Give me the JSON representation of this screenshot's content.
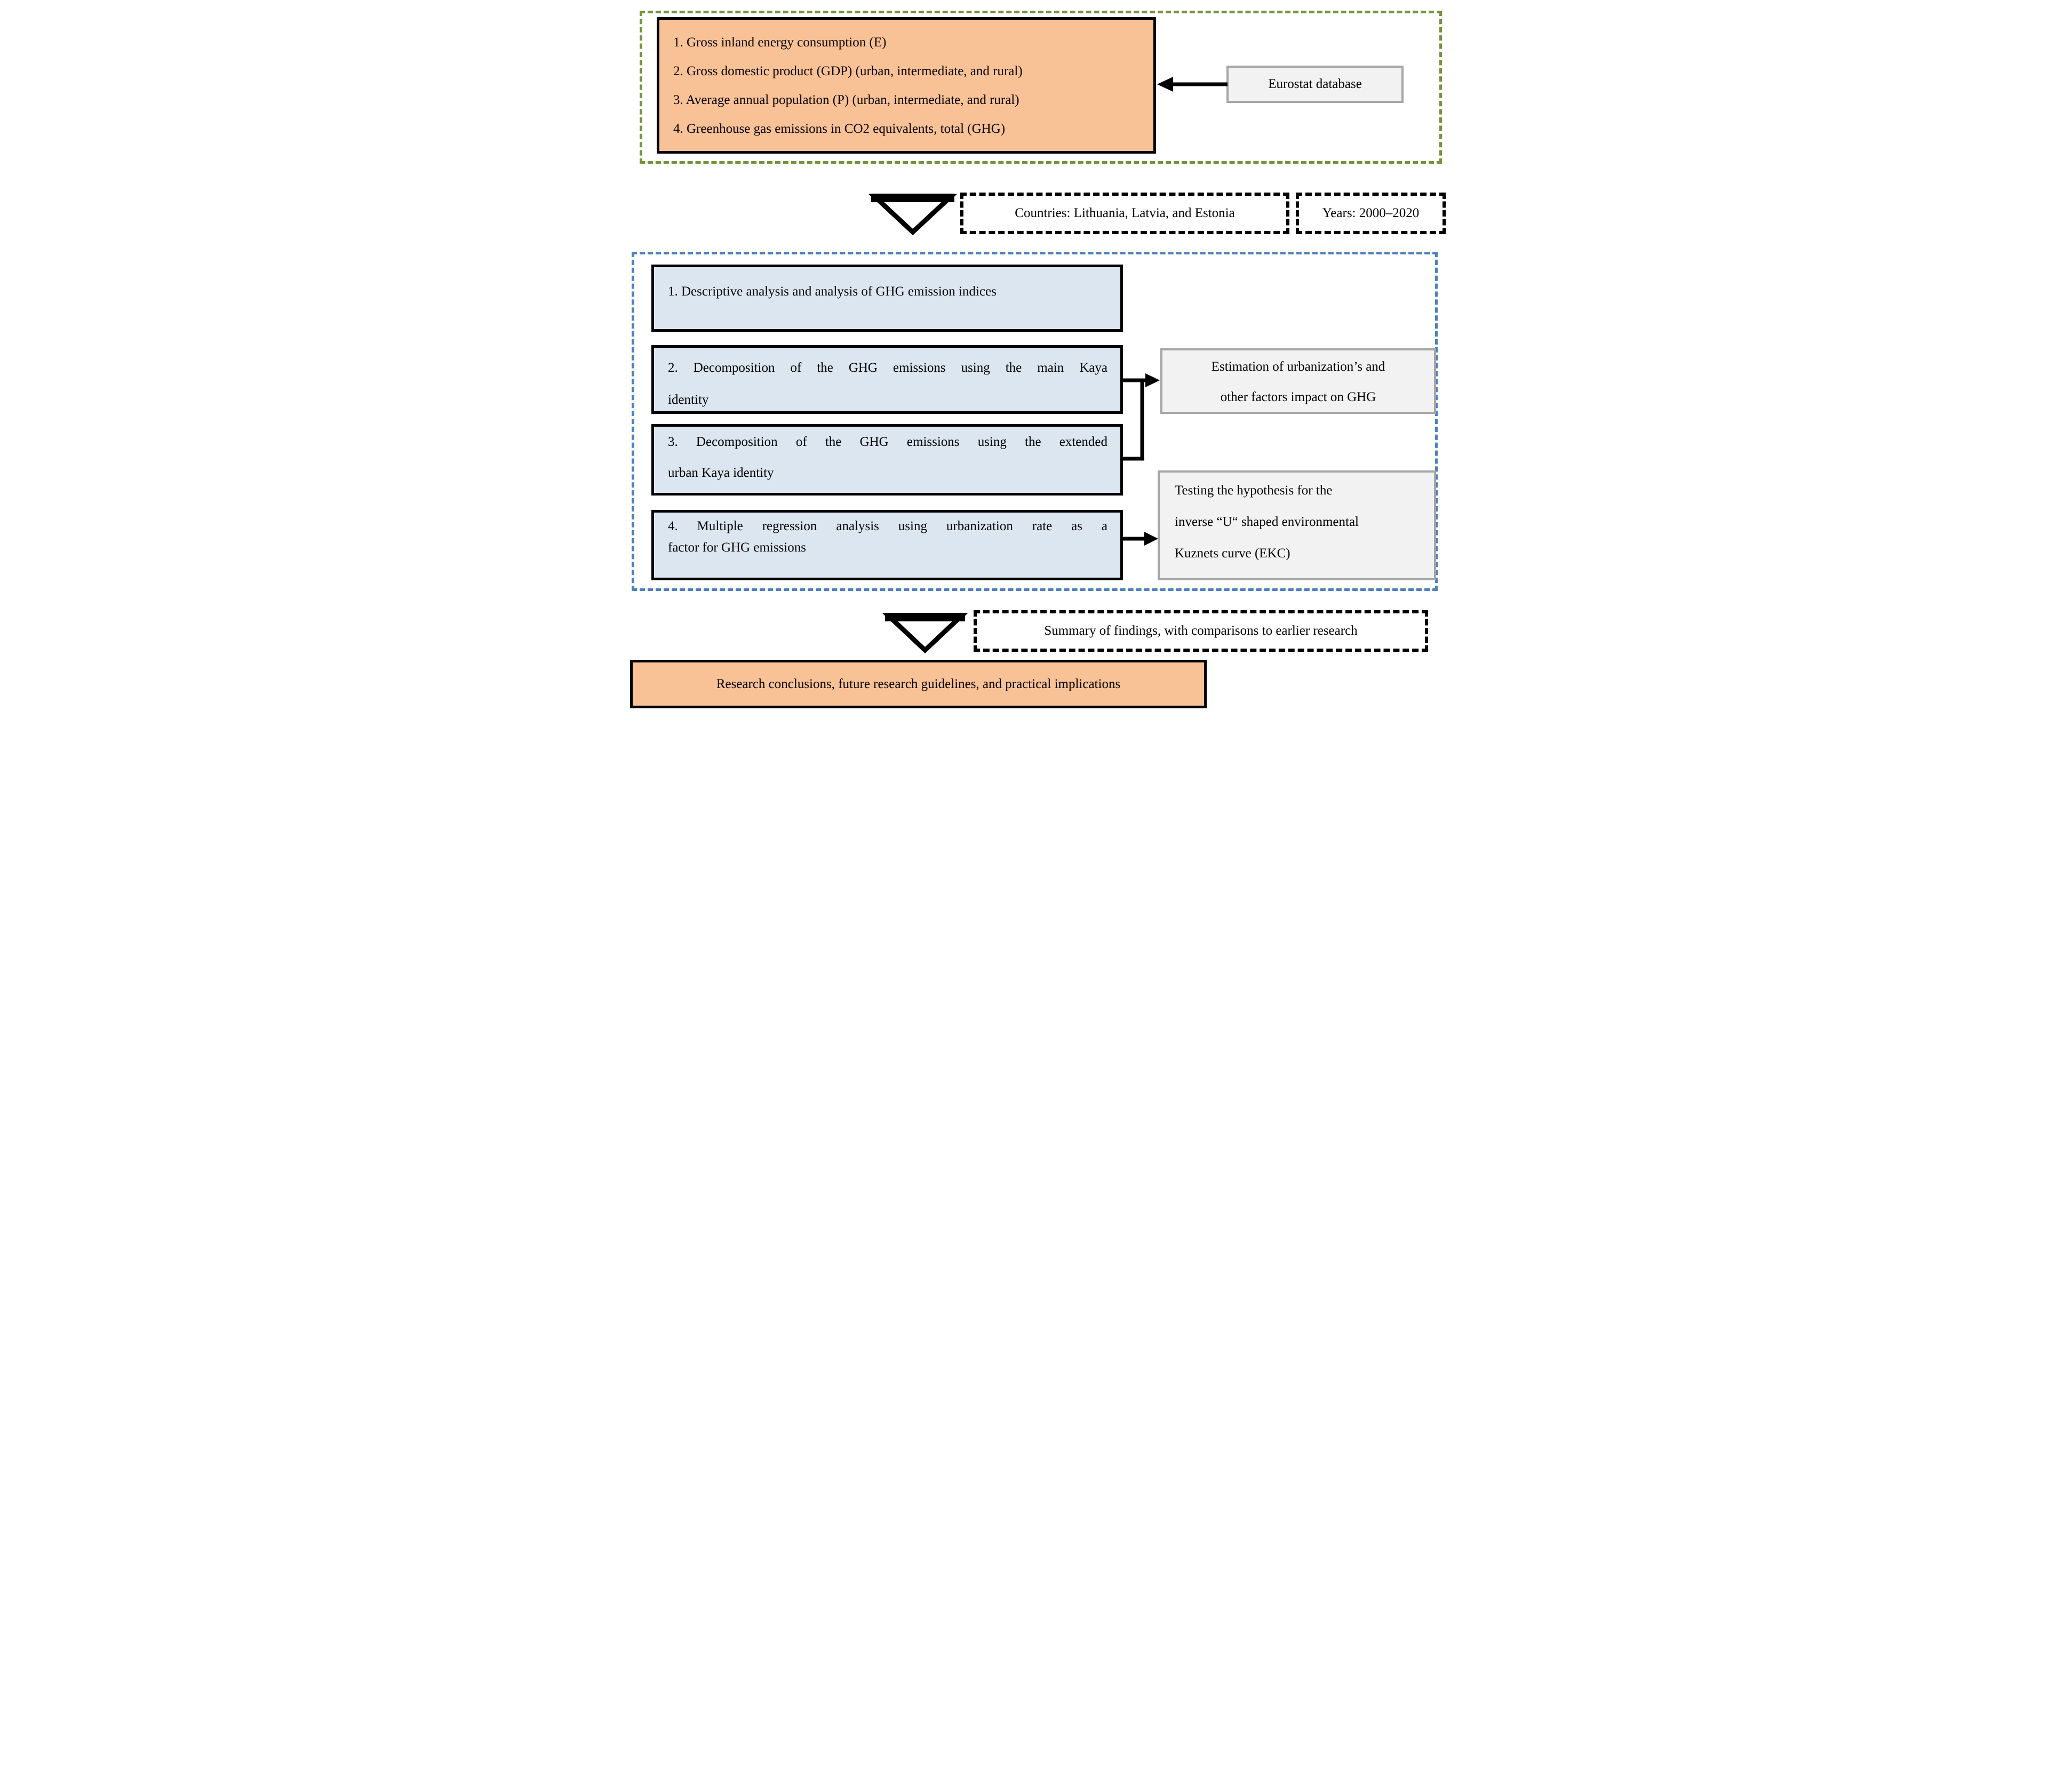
{
  "palette": {
    "input_box_fill": "#F9C196",
    "method_box_fill": "#DCE6F1",
    "output_box_fill": "#F2F2F2",
    "output_box_border": "#A6A6A6",
    "data_frame_border": "#76923C",
    "methods_frame_border": "#4F81BD",
    "flow_line_color": "#000000"
  },
  "inputs": {
    "items": [
      "1. Gross inland energy consumption (E)",
      "2. Gross domestic product (GDP) (urban, intermediate, and rural)",
      "3. Average annual population (P) (urban, intermediate, and rural)",
      "4. Greenhouse gas emissions in CO2 equivalents, total (GHG)"
    ],
    "source_label": "Eurostat database"
  },
  "scope": {
    "countries": "Countries: Lithuania, Latvia, and Estonia",
    "years": "Years: 2000–2020"
  },
  "methods": {
    "step1": {
      "l1": "1. Descriptive analysis and analysis of GHG emission indices"
    },
    "step2": {
      "l1": "2. Decomposition of the GHG emissions using the main Kaya",
      "l2": "identity"
    },
    "step3": {
      "l1": "3. Decomposition of the GHG emissions using the extended",
      "l2": "urban Kaya identity"
    },
    "step4": {
      "l1": "4. Multiple regression analysis using urbanization rate as a",
      "l2": "factor for GHG emissions"
    }
  },
  "outputs": {
    "estimation": {
      "l1": "Estimation of urbanization’s and",
      "l2": "other factors impact on GHG"
    },
    "testing": {
      "l1": "Testing the hypothesis for the",
      "l2": "inverse “U“ shaped environmental",
      "l3": "Kuznets curve (EKC)"
    }
  },
  "closing": {
    "summary": "Summary of findings, with comparisons to earlier research",
    "conclusion": "Research conclusions, future research guidelines, and practical implications"
  }
}
